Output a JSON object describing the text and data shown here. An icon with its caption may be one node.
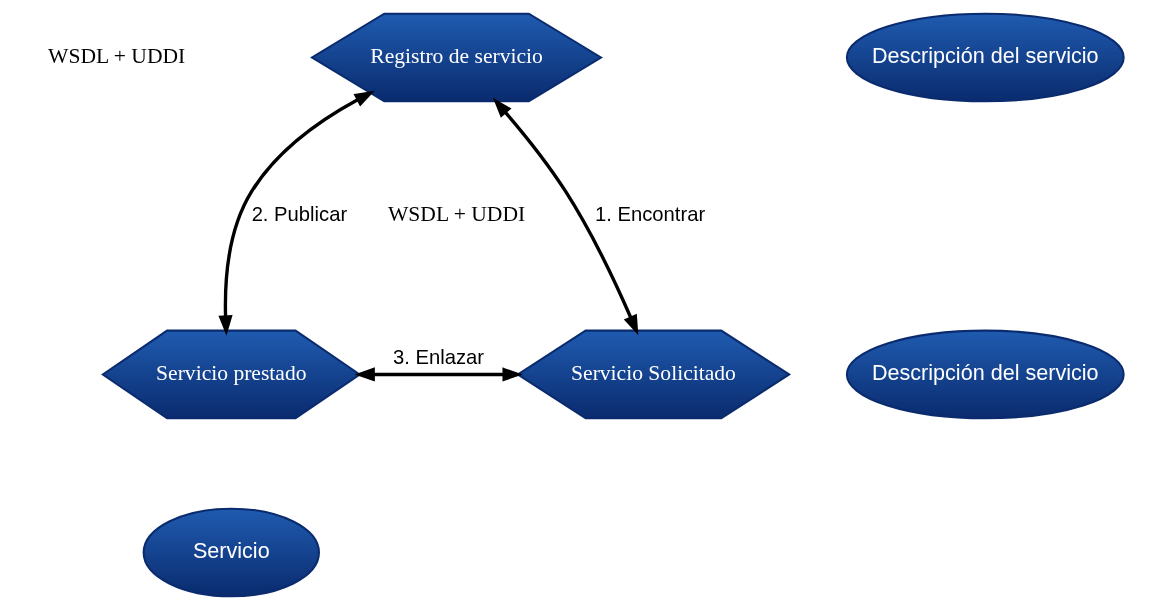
{
  "diagram": {
    "nodes": [
      {
        "text": [
          "Registro de servicio"
        ]
      },
      {
        "text": [
          "Descripción del servicio"
        ]
      },
      {
        "text": [
          "Servicio Solicitado"
        ]
      },
      {
        "text": [
          "Servicio prestado"
        ]
      },
      {
        "text": [
          "Descripción del servicio"
        ]
      },
      {
        "text": [
          "Servicio"
        ]
      }
    ],
    "edges": [
      {
        "from": 2,
        "to": 0,
        "arrow": "both",
        "label": "1. Encontrar"
      },
      {
        "from": 0,
        "to": 3,
        "arrow": "both",
        "label": "2. Publicar"
      },
      {
        "from": 2,
        "to": 3,
        "arrow": "both",
        "label": "3. Enlazar"
      }
    ],
    "labels": [
      "WSDL + UDDI",
      "WSDL + UDDI"
    ]
  }
}
